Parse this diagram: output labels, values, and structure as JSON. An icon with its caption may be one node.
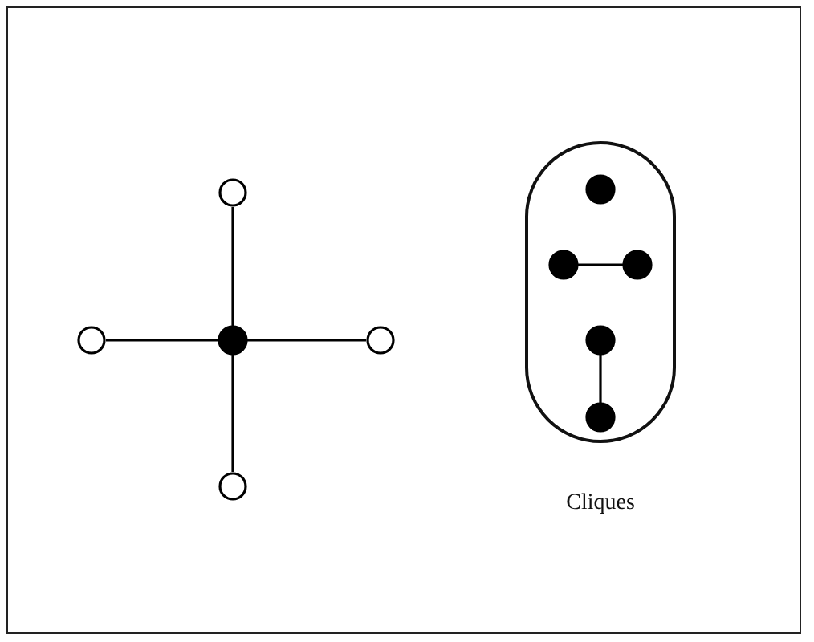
{
  "diagram": {
    "nodes": [
      {
        "text": [],
        "shape": "circle"
      },
      {
        "text": [],
        "shape": "circle"
      },
      {
        "text": [],
        "shape": "dot"
      },
      {
        "text": [],
        "shape": "circle"
      },
      {
        "text": [],
        "shape": "circle"
      },
      {
        "text": [],
        "shape": "capsule",
        "beside": [
          "Cliques"
        ]
      },
      {
        "text": [],
        "shape": "dot",
        "in": 5
      },
      {
        "text": [],
        "shape": "dot",
        "in": 5
      },
      {
        "text": [],
        "shape": "dot",
        "in": 5
      },
      {
        "text": [],
        "shape": "dot",
        "in": 5
      },
      {
        "text": [],
        "shape": "dot",
        "in": 5
      }
    ],
    "edges": [
      {
        "from": 2,
        "to": 0,
        "arrow": "none"
      },
      {
        "from": 2,
        "to": 1,
        "arrow": "none"
      },
      {
        "from": 2,
        "to": 3,
        "arrow": "none"
      },
      {
        "from": 2,
        "to": 4,
        "arrow": "none"
      },
      {
        "from": 7,
        "to": 8,
        "arrow": "none"
      },
      {
        "from": 9,
        "to": 10,
        "arrow": "none"
      }
    ]
  }
}
